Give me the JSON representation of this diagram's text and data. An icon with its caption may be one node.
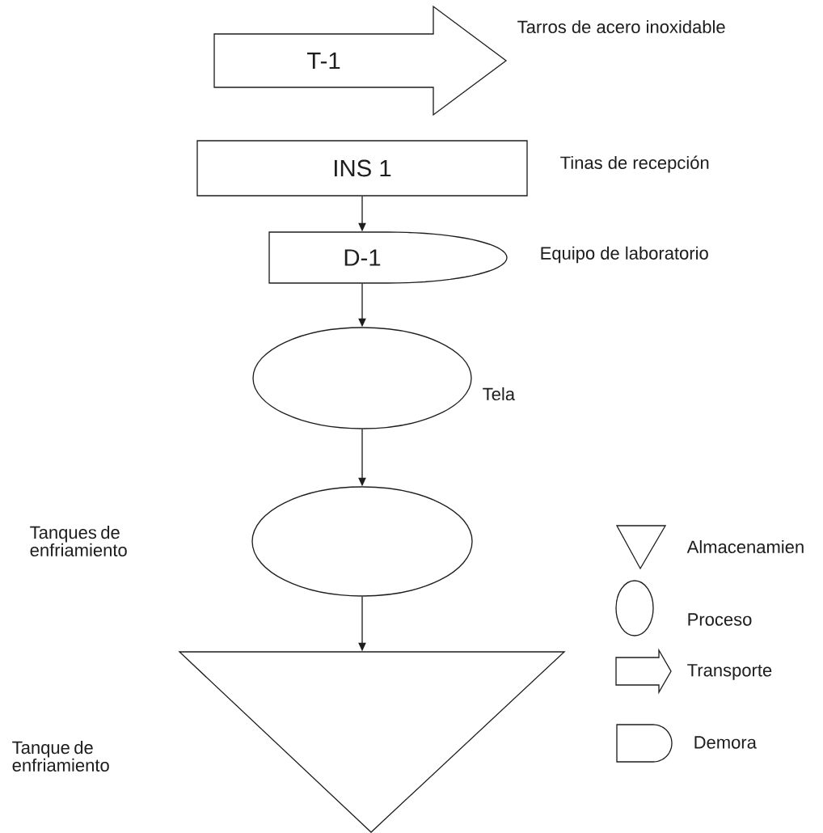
{
  "diagram": {
    "nodes": [
      {
        "text": [
          "T-1"
        ],
        "beside": [
          "Tarros de acero inoxidable"
        ]
      },
      {
        "text": [
          "INS 1"
        ],
        "beside": [
          "Tinas de recepción"
        ]
      },
      {
        "text": [
          "D-1"
        ],
        "beside": [
          "Equipo de laboratorio"
        ]
      },
      {
        "text": [],
        "shape": "circle",
        "beside": [
          "Tela"
        ]
      },
      {
        "text": [],
        "shape": "circle"
      },
      {
        "text": [],
        "shape": "triangle"
      }
    ],
    "edges": [
      {
        "from": 1,
        "to": 2,
        "arrow": "to"
      },
      {
        "from": 2,
        "to": 3,
        "arrow": "to"
      },
      {
        "from": 3,
        "to": 4,
        "arrow": "to"
      },
      {
        "from": 4,
        "to": 5,
        "arrow": "to"
      }
    ],
    "labels": [
      "Tanques de enfriamiento",
      "Tanque de enfriamiento"
    ],
    "legend": [
      {
        "text": "Almacenamien"
      },
      {
        "text": "Proceso"
      },
      {
        "text": "Transporte"
      },
      {
        "text": "Demora"
      }
    ]
  }
}
